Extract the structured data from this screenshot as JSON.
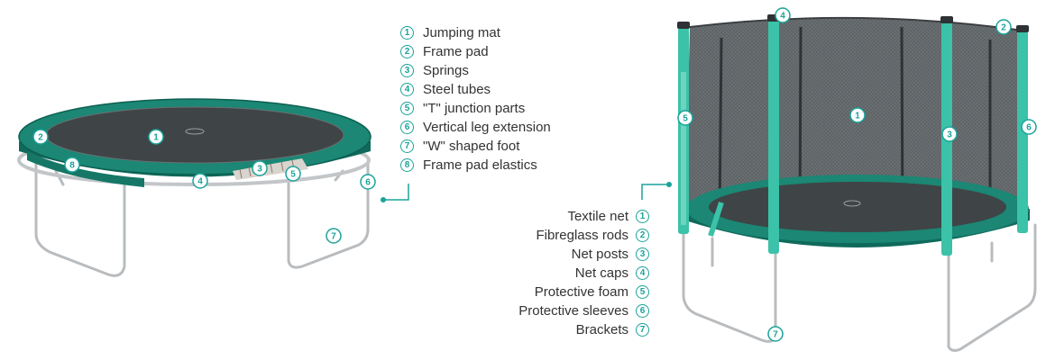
{
  "accent_color": "#1aa39a",
  "legend_left": [
    {
      "num": "1",
      "label": "Jumping mat"
    },
    {
      "num": "2",
      "label": "Frame pad"
    },
    {
      "num": "3",
      "label": "Springs"
    },
    {
      "num": "4",
      "label": "Steel tubes"
    },
    {
      "num": "5",
      "label": "\"T\" junction parts"
    },
    {
      "num": "6",
      "label": "Vertical leg extension"
    },
    {
      "num": "7",
      "label": "\"W\" shaped foot"
    },
    {
      "num": "8",
      "label": "Frame pad elastics"
    }
  ],
  "legend_right": [
    {
      "num": "1",
      "label": "Textile net"
    },
    {
      "num": "2",
      "label": "Fibreglass rods"
    },
    {
      "num": "3",
      "label": "Net posts"
    },
    {
      "num": "4",
      "label": "Net caps"
    },
    {
      "num": "5",
      "label": "Protective foam"
    },
    {
      "num": "6",
      "label": "Protective sleeves"
    },
    {
      "num": "7",
      "label": "Brackets"
    }
  ],
  "callouts_left": [
    "1",
    "2",
    "3",
    "4",
    "5",
    "6",
    "7",
    "8"
  ],
  "callouts_right": [
    "4",
    "2",
    "1",
    "5",
    "3",
    "6",
    "7"
  ]
}
